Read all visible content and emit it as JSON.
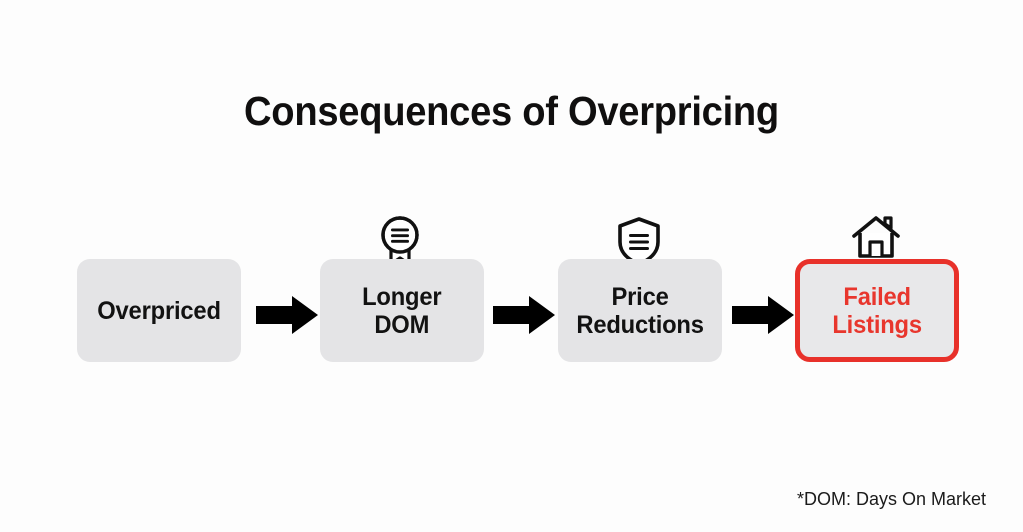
{
  "slide": {
    "title": "Consequences of Overpricing",
    "background_color": "#fdfdfd",
    "footnote": "*DOM: Days On Market"
  },
  "theme": {
    "box_fill": "#e4e4e6",
    "text_color": "#121212",
    "accent_color": "#e8312a",
    "arrow_color": "#000000"
  },
  "flow": {
    "arrow_icon_name": "right-arrow-icon",
    "steps": [
      {
        "label": "Overpriced",
        "label_line1": "Overpriced",
        "label_line2": "",
        "icon": "",
        "highlight": false
      },
      {
        "label": "Longer DOM",
        "label_line1": "Longer",
        "label_line2": "DOM",
        "icon": "badge-ribbon-icon",
        "highlight": false
      },
      {
        "label": "Price Reductions",
        "label_line1": "Price",
        "label_line2": "Reductions",
        "icon": "shield-icon",
        "highlight": false
      },
      {
        "label": "Failed Listings",
        "label_line1": "Failed",
        "label_line2": "Listings",
        "icon": "house-icon",
        "highlight": true
      }
    ]
  }
}
